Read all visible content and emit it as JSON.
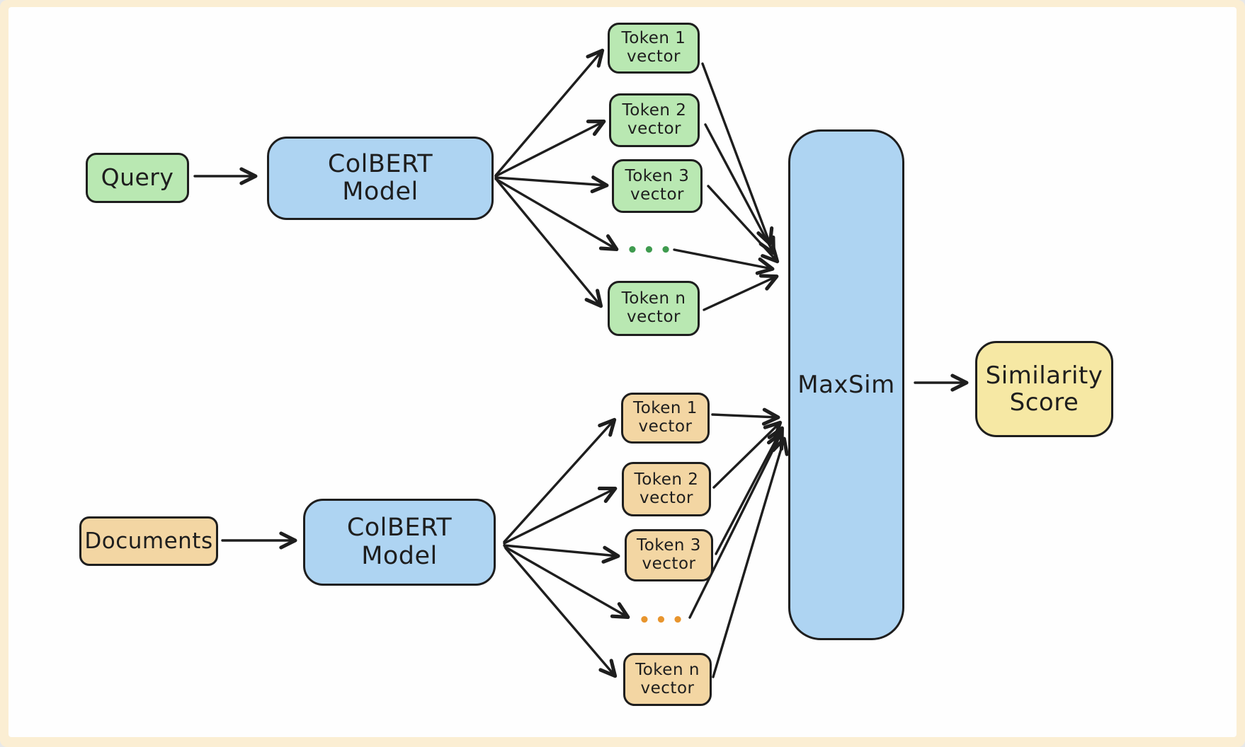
{
  "colors": {
    "frame": "#fbeed3",
    "canvas": "#fefefe",
    "ink": "#1e1e1e",
    "green_fill": "#b9e8b2",
    "blue_fill": "#aed4f2",
    "orange_fill": "#f3d6a3",
    "yellow_fill": "#f6e8a4",
    "green_dots": "#3f9b4f",
    "orange_dots": "#e8952e"
  },
  "query_flow": {
    "query": "Query",
    "model": "ColBERT\nModel",
    "token_1": "Token 1\nvector",
    "token_2": "Token 2\nvector",
    "token_3": "Token 3\nvector",
    "ellipsis": "•••",
    "token_n": "Token n\nvector"
  },
  "document_flow": {
    "documents": "Documents",
    "model": "ColBERT\nModel",
    "token_1": "Token 1\nvector",
    "token_2": "Token 2\nvector",
    "token_3": "Token 3\nvector",
    "ellipsis": "•••",
    "token_n": "Token n\nvector"
  },
  "scoring": {
    "maxsim": "MaxSim",
    "similarity_score": "Similarity\nScore"
  }
}
